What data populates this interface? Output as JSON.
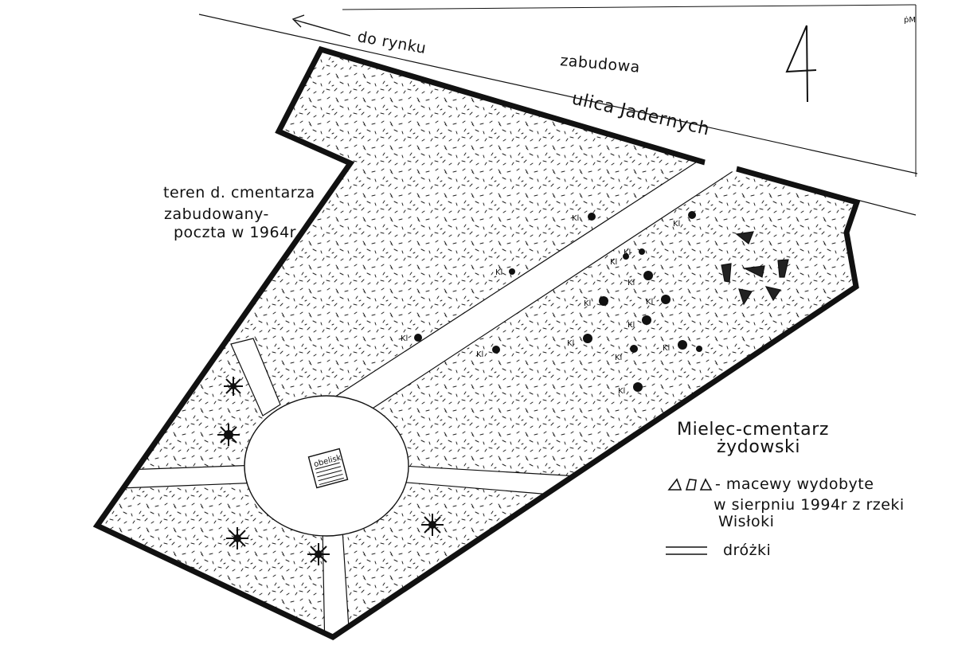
{
  "sheet_number": "4",
  "corner_mark": "ṗM",
  "street": {
    "direction_label": "do rynku",
    "buildings_label": "zabudowa",
    "street_name": "ulica Jadernych"
  },
  "former_cemetery_note": [
    "teren d. cmentarza",
    "zabudowany-",
    "poczta w 1964r"
  ],
  "title": [
    "Mielec-cmentarz",
    "żydowski"
  ],
  "legend": {
    "matzevot_line1": "- macewy wydobyte",
    "matzevot_line2": "w sierpniu 1994r z rzeki",
    "matzevot_line3": "Wisłoki",
    "paths_label": "dróżki"
  },
  "monument_label": "obelisk",
  "grave_labels": [
    "Kl",
    "Kl",
    "Kl",
    "Kl",
    "Kl",
    "Kl",
    "Kl",
    "Kl",
    "Kl",
    "Kl",
    "Kl",
    "Kl",
    "Kl",
    "Kl",
    "Kl",
    "Kl"
  ]
}
